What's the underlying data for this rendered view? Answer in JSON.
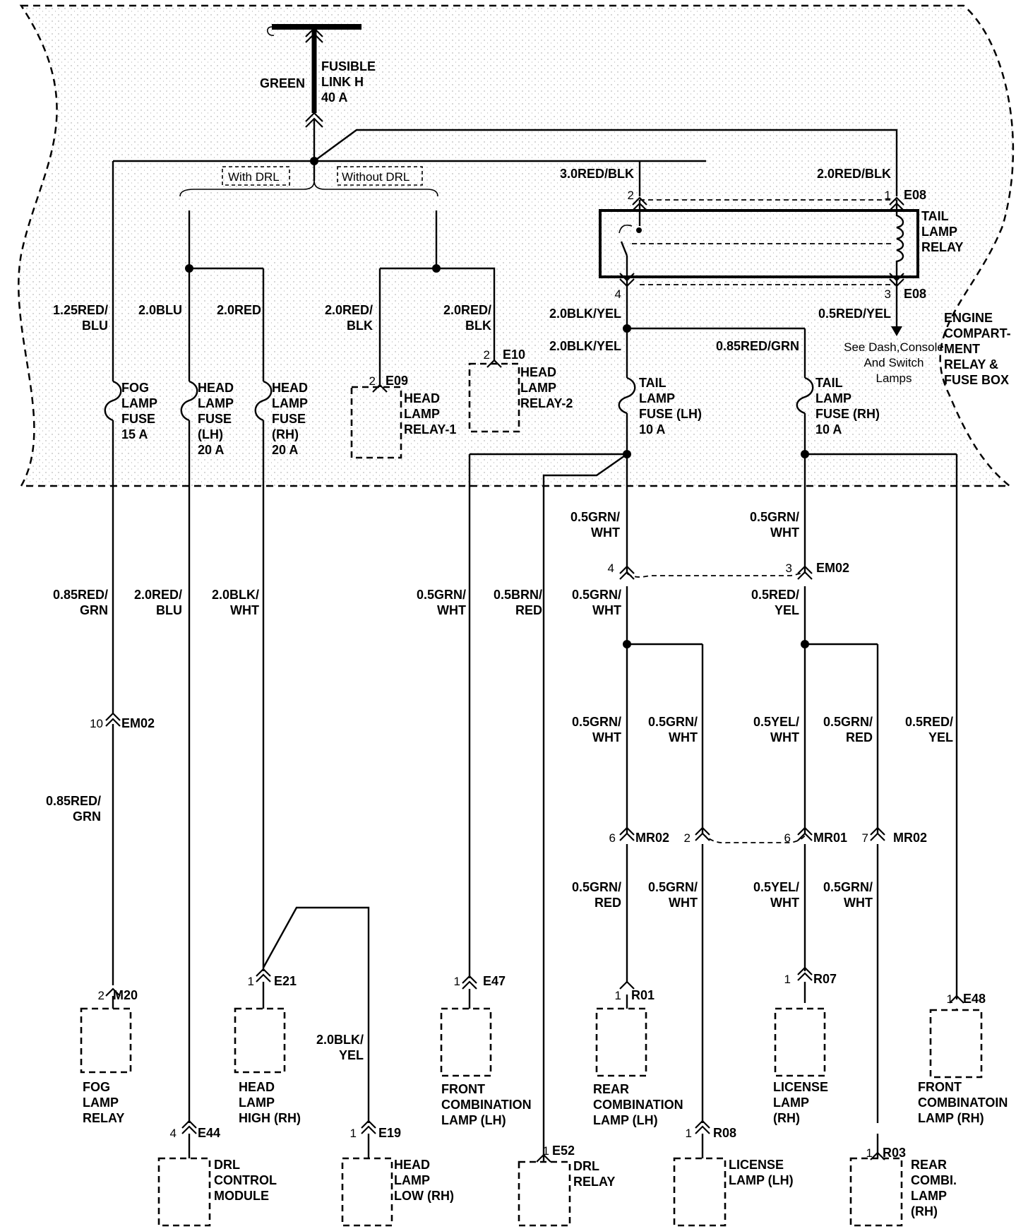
{
  "boundary": {
    "title": [
      "ENGINE",
      "COMPART-",
      "MENT",
      "RELAY &",
      "FUSE BOX"
    ]
  },
  "supply": {
    "color": "GREEN",
    "link": [
      "FUSIBLE",
      "LINK H",
      "40 A"
    ]
  },
  "options": {
    "with_drl": "With DRL",
    "without_drl": "Without DRL"
  },
  "wires": {
    "w_310": [
      "1.25RED/",
      "BLU"
    ],
    "w_315": [
      "2.0BLU"
    ],
    "w_320": [
      "2.0RED"
    ],
    "w_325": [
      "2.0RED/",
      "BLK"
    ],
    "w_330": [
      "2.0RED/",
      "BLK"
    ],
    "w_335": [
      "3.0RED/BLK"
    ],
    "w_340": [
      "2.0RED/BLK"
    ],
    "w_345": [
      "2.0BLK/YEL"
    ],
    "w_350": [
      "2.0BLK/YEL"
    ],
    "w_355": [
      "0.5RED/YEL"
    ],
    "w_360": [
      "0.85RED/GRN"
    ],
    "w_365": [
      "0.5GRN/",
      "WHT"
    ],
    "w_370": [
      "0.5GRN/",
      "WHT"
    ],
    "w_375": [
      "0.85RED/",
      "GRN"
    ],
    "w_380": [
      "2.0RED/",
      "BLU"
    ],
    "w_385": [
      "2.0BLK/",
      "WHT"
    ],
    "w_390": [
      "0.5GRN/",
      "WHT"
    ],
    "w_395": [
      "0.5BRN/",
      "RED"
    ],
    "w_400": [
      "0.5GRN/",
      "WHT"
    ],
    "w_405": [
      "0.5RED/",
      "YEL"
    ],
    "w_410": [
      "0.5GRN/",
      "WHT"
    ],
    "w_415": [
      "0.5GRN/",
      "WHT"
    ],
    "w_420": [
      "0.5YEL/",
      "WHT"
    ],
    "w_425": [
      "0.5GRN/",
      "RED"
    ],
    "w_430": [
      "0.5RED/",
      "YEL"
    ],
    "w_435": [
      "0.85RED/",
      "GRN"
    ],
    "w_440": [
      "0.5GRN/",
      "RED"
    ],
    "w_445": [
      "0.5GRN/",
      "WHT"
    ],
    "w_450": [
      "0.5YEL/",
      "WHT"
    ],
    "w_455": [
      "0.5GRN/",
      "WHT"
    ],
    "w_460": [
      "2.0BLK/",
      "YEL"
    ]
  },
  "fuses": {
    "fog": [
      "FOG",
      "LAMP",
      "FUSE",
      "15 A"
    ],
    "head_lh": [
      "HEAD",
      "LAMP",
      "FUSE",
      "(LH)",
      "20 A"
    ],
    "head_rh": [
      "HEAD",
      "LAMP",
      "FUSE",
      "(RH)",
      "20 A"
    ],
    "tail_lh": [
      "TAIL",
      "LAMP",
      "FUSE (LH)",
      "10 A"
    ],
    "tail_rh": [
      "TAIL",
      "LAMP",
      "FUSE (RH)",
      "10 A"
    ]
  },
  "relays": {
    "tail": [
      "TAIL",
      "LAMP",
      "RELAY"
    ],
    "head1": [
      "HEAD",
      "LAMP",
      "RELAY-1"
    ],
    "head2": [
      "HEAD",
      "LAMP",
      "RELAY-2"
    ]
  },
  "note": [
    "See Dash,Console",
    "And Switch",
    "Lamps"
  ],
  "connectors": {
    "e08_top": {
      "pin": "1",
      "id": "E08"
    },
    "e08_bottom": {
      "pin": "3",
      "id": "E08"
    },
    "pin2_top": {
      "pin": "2"
    },
    "pin4_bottom": {
      "pin": "4"
    },
    "e09": {
      "pin": "2",
      "id": "E09"
    },
    "e10": {
      "pin": "2",
      "id": "E10"
    },
    "em02_a": {
      "pin": "4"
    },
    "em02_b": {
      "pin": "3",
      "id": "EM02"
    },
    "em02_c": {
      "pin": "10",
      "id": "EM02"
    },
    "mr02_a": {
      "pin": "6",
      "id": "MR02"
    },
    "mr_b": {
      "pin": "2"
    },
    "mr01": {
      "pin": "6",
      "id": "MR01"
    },
    "mr02_c": {
      "pin": "7",
      "id": "MR02"
    },
    "m20": {
      "pin": "2",
      "id": "M20"
    },
    "e21": {
      "pin": "1",
      "id": "E21"
    },
    "e47": {
      "pin": "1",
      "id": "E47"
    },
    "r01": {
      "pin": "1",
      "id": "R01"
    },
    "r07": {
      "pin": "1",
      "id": "R07"
    },
    "e48": {
      "pin": "1",
      "id": "E48"
    },
    "e44": {
      "pin": "4",
      "id": "E44"
    },
    "e19": {
      "pin": "1",
      "id": "E19"
    },
    "e52": {
      "pin": "1",
      "id": "E52"
    },
    "r08": {
      "pin": "1",
      "id": "R08"
    },
    "r03": {
      "pin": "1",
      "id": "R03"
    }
  },
  "components": {
    "fog_relay": [
      "FOG",
      "LAMP",
      "RELAY"
    ],
    "head_high_rh": [
      "HEAD",
      "LAMP",
      "HIGH (RH)"
    ],
    "front_comb_lh": [
      "FRONT",
      "COMBINATION",
      "LAMP (LH)"
    ],
    "rear_comb_lh": [
      "REAR",
      "COMBINATION",
      "LAMP (LH)"
    ],
    "license_rh": [
      "LICENSE",
      "LAMP",
      "(RH)"
    ],
    "front_comb_rh": [
      "FRONT",
      "COMBINATOIN",
      "LAMP (RH)"
    ],
    "drl_module": [
      "DRL",
      "CONTROL",
      "MODULE"
    ],
    "head_low_rh": [
      "HEAD",
      "LAMP",
      "LOW (RH)"
    ],
    "drl_relay": [
      "DRL",
      "RELAY"
    ],
    "license_lh": [
      "LICENSE",
      "LAMP (LH)"
    ],
    "rear_combi_rh": [
      "REAR",
      "COMBI.",
      "LAMP",
      "(RH)"
    ]
  }
}
